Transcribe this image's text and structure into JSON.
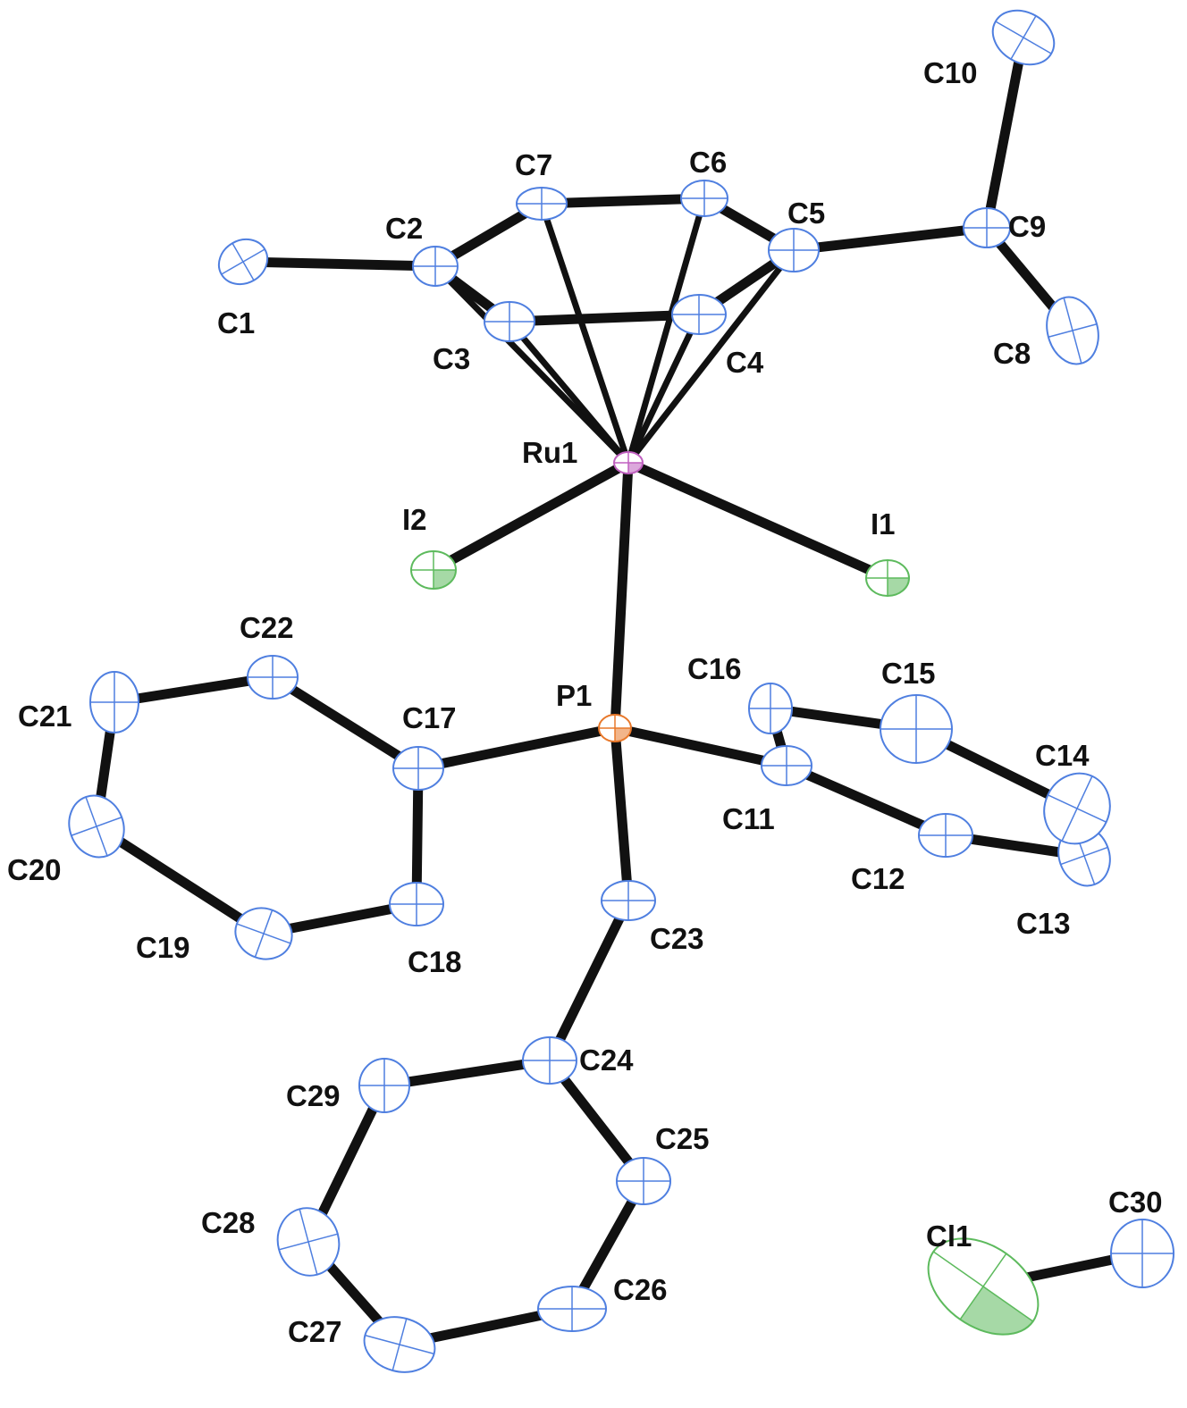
{
  "figure": {
    "atoms": [
      {
        "id": "Ru1",
        "element": "Ru"
      },
      {
        "id": "I1",
        "element": "I"
      },
      {
        "id": "I2",
        "element": "I"
      },
      {
        "id": "P1",
        "element": "P"
      },
      {
        "id": "Cl1",
        "element": "Cl"
      },
      {
        "id": "C1",
        "element": "C"
      },
      {
        "id": "C2",
        "element": "C"
      },
      {
        "id": "C3",
        "element": "C"
      },
      {
        "id": "C4",
        "element": "C"
      },
      {
        "id": "C5",
        "element": "C"
      },
      {
        "id": "C6",
        "element": "C"
      },
      {
        "id": "C7",
        "element": "C"
      },
      {
        "id": "C8",
        "element": "C"
      },
      {
        "id": "C9",
        "element": "C"
      },
      {
        "id": "C10",
        "element": "C"
      },
      {
        "id": "C11",
        "element": "C"
      },
      {
        "id": "C12",
        "element": "C"
      },
      {
        "id": "C13",
        "element": "C"
      },
      {
        "id": "C14",
        "element": "C"
      },
      {
        "id": "C15",
        "element": "C"
      },
      {
        "id": "C16",
        "element": "C"
      },
      {
        "id": "C17",
        "element": "C"
      },
      {
        "id": "C18",
        "element": "C"
      },
      {
        "id": "C19",
        "element": "C"
      },
      {
        "id": "C20",
        "element": "C"
      },
      {
        "id": "C21",
        "element": "C"
      },
      {
        "id": "C22",
        "element": "C"
      },
      {
        "id": "C23",
        "element": "C"
      },
      {
        "id": "C24",
        "element": "C"
      },
      {
        "id": "C25",
        "element": "C"
      },
      {
        "id": "C26",
        "element": "C"
      },
      {
        "id": "C27",
        "element": "C"
      },
      {
        "id": "C28",
        "element": "C"
      },
      {
        "id": "C29",
        "element": "C"
      },
      {
        "id": "C30",
        "element": "C"
      }
    ],
    "bonds": [
      [
        "C1",
        "C2"
      ],
      [
        "C2",
        "C7"
      ],
      [
        "C7",
        "C6"
      ],
      [
        "C6",
        "C5"
      ],
      [
        "C5",
        "C4"
      ],
      [
        "C4",
        "C3"
      ],
      [
        "C3",
        "C2"
      ],
      [
        "C5",
        "C9"
      ],
      [
        "C9",
        "C10"
      ],
      [
        "C9",
        "C8"
      ],
      [
        "Ru1",
        "C2"
      ],
      [
        "Ru1",
        "C3"
      ],
      [
        "Ru1",
        "C4"
      ],
      [
        "Ru1",
        "C5"
      ],
      [
        "Ru1",
        "C6"
      ],
      [
        "Ru1",
        "C7"
      ],
      [
        "Ru1",
        "I1"
      ],
      [
        "Ru1",
        "I2"
      ],
      [
        "Ru1",
        "P1"
      ],
      [
        "P1",
        "C17"
      ],
      [
        "P1",
        "C11"
      ],
      [
        "P1",
        "C23"
      ],
      [
        "C17",
        "C22"
      ],
      [
        "C22",
        "C21"
      ],
      [
        "C21",
        "C20"
      ],
      [
        "C20",
        "C19"
      ],
      [
        "C19",
        "C18"
      ],
      [
        "C18",
        "C17"
      ],
      [
        "C11",
        "C16"
      ],
      [
        "C16",
        "C15"
      ],
      [
        "C15",
        "C14"
      ],
      [
        "C14",
        "C13"
      ],
      [
        "C13",
        "C12"
      ],
      [
        "C12",
        "C11"
      ],
      [
        "C23",
        "C24"
      ],
      [
        "C24",
        "C29"
      ],
      [
        "C29",
        "C28"
      ],
      [
        "C28",
        "C27"
      ],
      [
        "C27",
        "C26"
      ],
      [
        "C26",
        "C25"
      ],
      [
        "C25",
        "C24"
      ],
      [
        "Cl1",
        "C30"
      ]
    ],
    "element_colors": {
      "C": "#4f7fe0",
      "Ru": "#c060c0",
      "P": "#e8782a",
      "I": "#5dba5d",
      "Cl": "#5dba5d",
      "bond": "#111111"
    }
  }
}
